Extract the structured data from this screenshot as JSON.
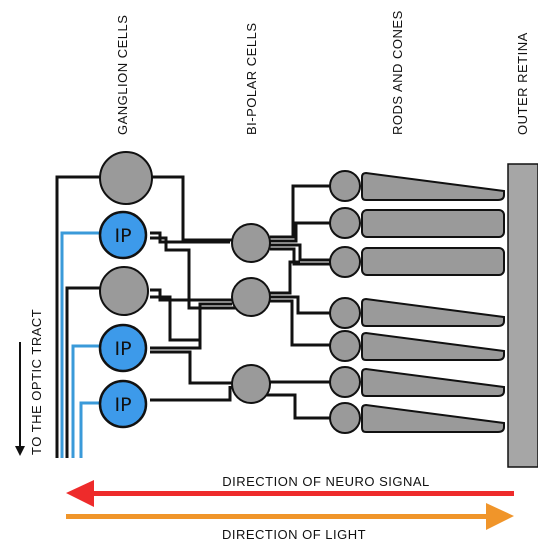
{
  "labels": {
    "ganglion": "GANGLION CELLS",
    "bipolar": "BI-POLAR CELLS",
    "rods_cones": "RODS AND CONES",
    "outer_retina": "OUTER RETINA",
    "optic_tract": "TO THE OPTIC TRACT",
    "neuro_signal": "DIRECTION OF NEURO SIGNAL",
    "light": "DIRECTION OF LIGHT",
    "ip": "IP"
  },
  "colors": {
    "cell_fill": "#9a9a9a",
    "ip_fill": "#3d9aea",
    "ip_wire": "#3a9ad9",
    "wire": "#111111",
    "outer_retina": "#a6a6a6",
    "neuro_arrow": "#ee2b2b",
    "light_arrow": "#f0952a"
  }
}
